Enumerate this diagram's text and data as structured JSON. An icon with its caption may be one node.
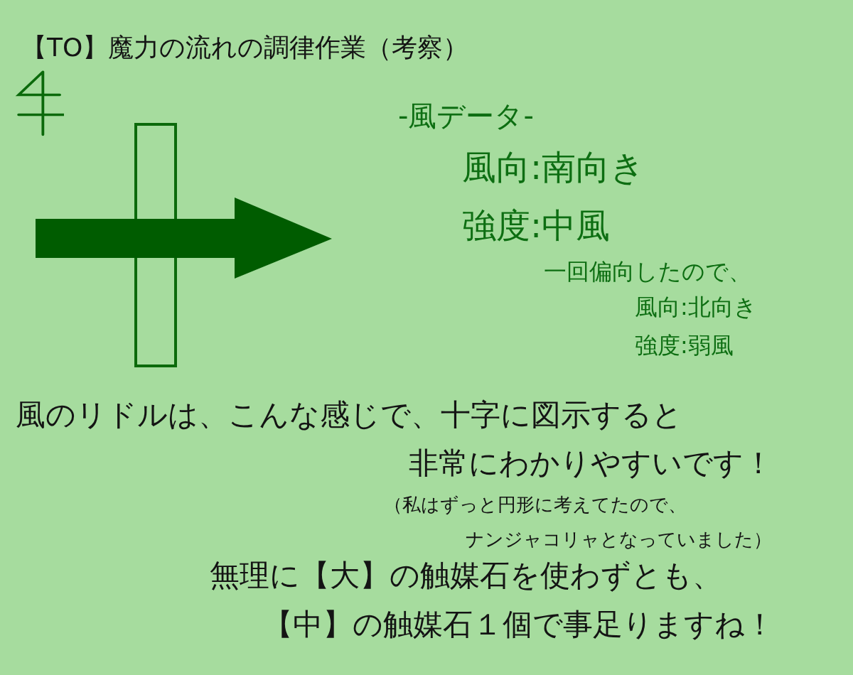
{
  "diagram": {
    "title": "【TO】魔力の流れの調律作業（考察）",
    "labels": [
      "-風データ-",
      "風向:南向き",
      "強度:中風",
      "一回偏向したので、",
      "風向:北向き",
      "強度:弱風",
      "風のリドルは、こんな感じで、十字に図示すると",
      "非常にわかりやすいです！",
      "（私はずっと円形に考えてたので、",
      "ナンジャコリャとなっていました）",
      "無理に【大】の触媒石を使わずとも、",
      "【中】の触媒石１個で事足りますね！"
    ]
  }
}
